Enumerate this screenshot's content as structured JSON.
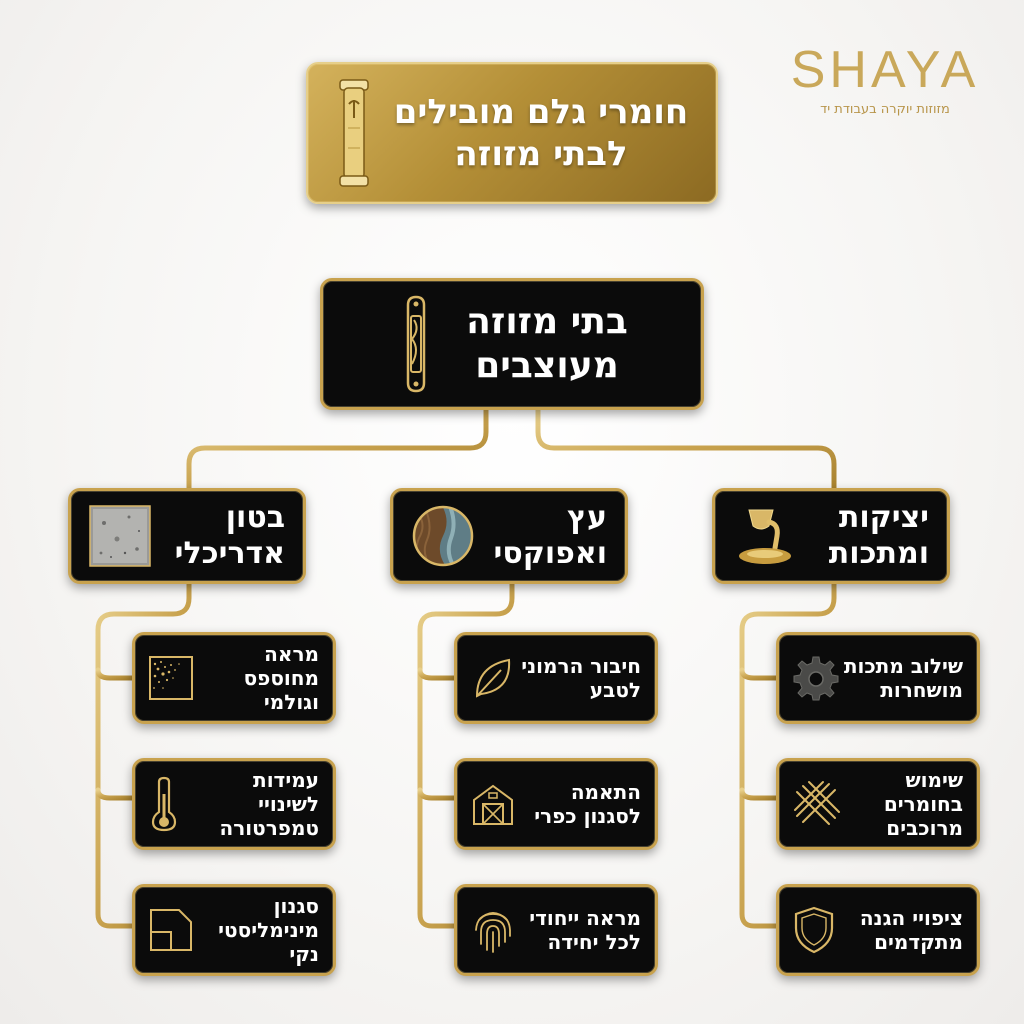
{
  "logo": {
    "brand": "SHAYA",
    "tagline": "מזוזות יוקרה בעבודת יד"
  },
  "root": {
    "line1": "חומרי גלם מובילים",
    "line2": "לבתי מזוזה",
    "icon": "mezuzah-scroll-icon"
  },
  "level2": {
    "line1": "בתי מזוזה",
    "line2": "מעוצבים",
    "icon": "mezuzah-case-icon"
  },
  "categories": [
    {
      "line1": "בטון",
      "line2": "אדריכלי",
      "icon": "concrete-texture-icon",
      "leaves": [
        {
          "lines": [
            "מראה",
            "מחוספס",
            "וגולמי"
          ],
          "icon": "rough-texture-icon"
        },
        {
          "lines": [
            "עמידות",
            "לשינויי",
            "טמפרטורה"
          ],
          "icon": "thermometer-icon"
        },
        {
          "lines": [
            "סגנון",
            "מינימליסטי",
            "נקי"
          ],
          "icon": "minimal-square-icon"
        }
      ]
    },
    {
      "line1": "עץ",
      "line2": "ואפוקסי",
      "icon": "wood-epoxy-icon",
      "leaves": [
        {
          "lines": [
            "חיבור הרמוני",
            "לטבע"
          ],
          "icon": "leaf-icon"
        },
        {
          "lines": [
            "התאמה",
            "לסגנון כפרי"
          ],
          "icon": "barn-icon"
        },
        {
          "lines": [
            "מראה ייחודי",
            "לכל יחידה"
          ],
          "icon": "fingerprint-icon"
        }
      ]
    },
    {
      "line1": "יציקות",
      "line2": "ומתכות",
      "icon": "metal-pour-icon",
      "leaves": [
        {
          "lines": [
            "שילוב מתכות",
            "מושחרות"
          ],
          "icon": "gear-icon"
        },
        {
          "lines": [
            "שימוש",
            "בחומרים",
            "מרוכבים"
          ],
          "icon": "woven-composite-icon"
        },
        {
          "lines": [
            "ציפויי הגנה",
            "מתקדמים"
          ],
          "icon": "shield-icon"
        }
      ]
    }
  ],
  "colors": {
    "gold": "#c8a24e",
    "box": "#0b0b0b",
    "background": "#f6f5f3"
  }
}
